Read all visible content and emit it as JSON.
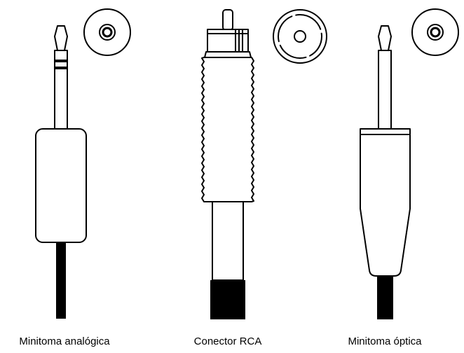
{
  "connectors": [
    {
      "caption": "Minitoma analógica",
      "icon": "analog-minijack-plug-icon",
      "end_icon": "analog-minijack-end-view-icon"
    },
    {
      "caption": "Conector RCA",
      "icon": "rca-plug-icon",
      "end_icon": "rca-end-view-icon"
    },
    {
      "caption": "Minitoma óptica",
      "icon": "optical-minijack-plug-icon",
      "end_icon": "optical-minijack-end-view-icon"
    }
  ],
  "colors": {
    "line": "#000000",
    "background": "#ffffff"
  }
}
